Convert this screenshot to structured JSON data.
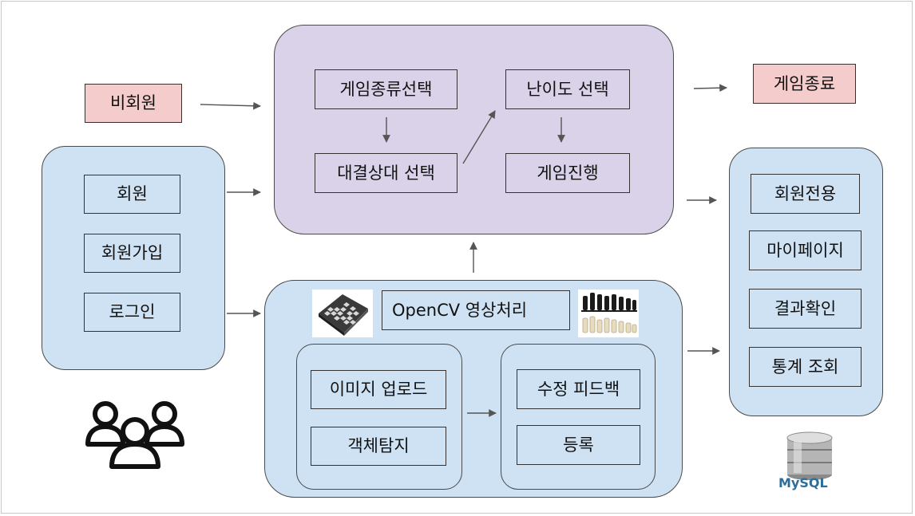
{
  "nodes": {
    "guest": "비회원",
    "member": "회원",
    "signup": "회원가입",
    "login": "로그인",
    "game_type_select": "게임종류선택",
    "difficulty_select": "난이도 선택",
    "opponent_select": "대결상대 선택",
    "game_progress": "게임진행",
    "game_end": "게임종료",
    "opencv_processing": "OpenCV 영상처리",
    "image_upload": "이미지 업로드",
    "object_detection": "객체탐지",
    "correction_feedback": "수정 피드백",
    "register": "등록",
    "member_only": "회원전용",
    "my_page": "마이페이지",
    "result_check": "결과확인",
    "statistics_view": "통계 조회"
  },
  "logo_text": {
    "mysql": "MySQL"
  },
  "colors": {
    "blue_fill": "#cfe2f3",
    "purple_fill": "#d9d2e9",
    "pink_fill": "#f4cccc",
    "arrow": "#555555"
  },
  "icons": [
    "users-icon",
    "chessboard-icon",
    "chess-pieces-icon",
    "mysql-logo-icon"
  ]
}
